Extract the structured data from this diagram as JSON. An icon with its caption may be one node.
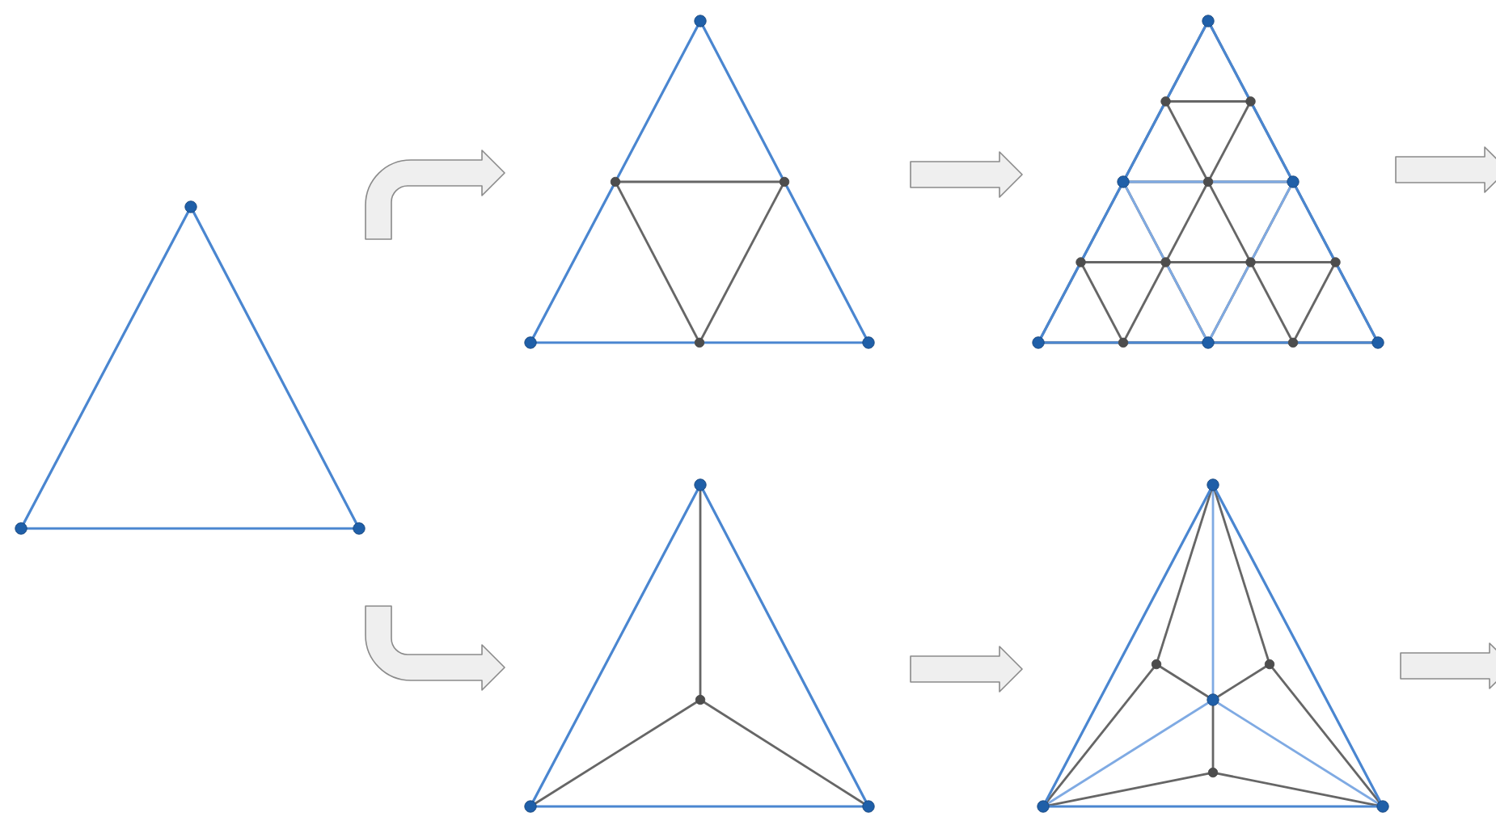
{
  "diagram": {
    "nodes": [
      {
        "text": [],
        "shape": "triangle"
      },
      {
        "text": [],
        "shape": "triangle"
      },
      {
        "text": [],
        "shape": "triangle"
      },
      {
        "text": [],
        "shape": "triangle"
      },
      {
        "text": [],
        "shape": "triangle"
      }
    ],
    "edges": [
      {
        "from": 0,
        "to": 1,
        "arrow": "to"
      },
      {
        "from": 0,
        "to": 3,
        "arrow": "to"
      },
      {
        "from": 1,
        "to": 2,
        "arrow": "to"
      },
      {
        "from": 3,
        "to": 4,
        "arrow": "to"
      },
      {
        "from": 2,
        "to": null,
        "arrow": "to"
      },
      {
        "from": 4,
        "to": null,
        "arrow": "to"
      }
    ]
  }
}
